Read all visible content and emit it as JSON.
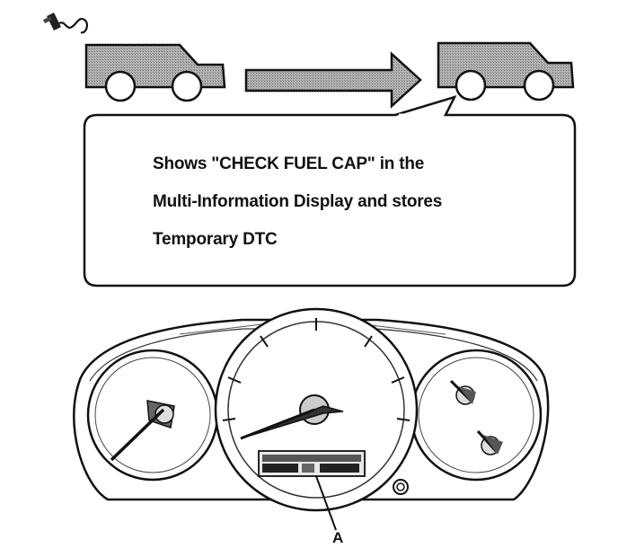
{
  "callout": {
    "line1": "Shows \"CHECK FUEL CAP\" in the",
    "line2": "Multi-Information Display and stores",
    "line3": "Temporary DTC"
  },
  "cluster": {
    "callout_label": "A"
  },
  "icons": {
    "fuel_cap": "fuel-cap-icon",
    "vehicle": "van-icon",
    "arrow": "right-arrow-icon"
  },
  "colors": {
    "ink": "#111111",
    "fill": "#a8a8a8"
  }
}
